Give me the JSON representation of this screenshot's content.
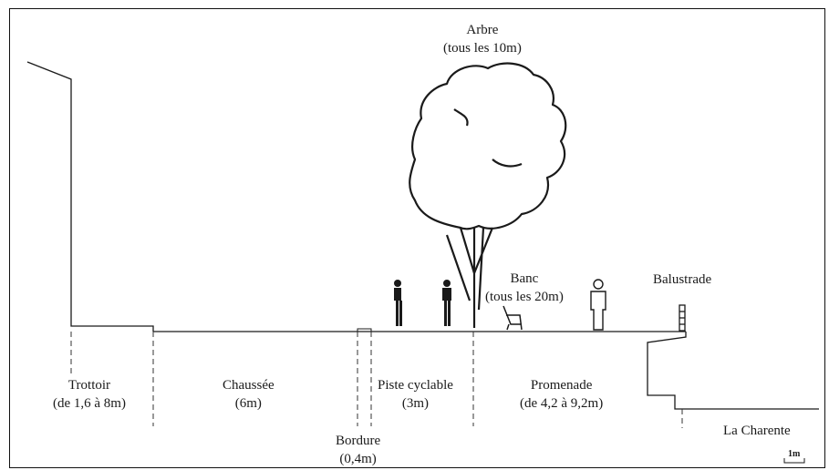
{
  "labels": {
    "arbre": {
      "title": "Arbre",
      "detail": "(tous les 10m)"
    },
    "banc": {
      "title": "Banc",
      "detail": "(tous les 20m)"
    },
    "balustrade": {
      "title": "Balustrade"
    },
    "trottoir": {
      "title": "Trottoir",
      "detail": "(de 1,6 à 8m)"
    },
    "chaussee": {
      "title": "Chaussée",
      "detail": "(6m)"
    },
    "bordure": {
      "title": "Bordure",
      "detail": "(0,4m)"
    },
    "piste": {
      "title": "Piste cyclable",
      "detail": "(3m)"
    },
    "promenade": {
      "title": "Promenade",
      "detail": "(de 4,2 à 9,2m)"
    },
    "riviere": {
      "title": "La Charente"
    }
  },
  "scale_bar": {
    "label": "1m"
  },
  "colors": {
    "line": "#1a1a1a",
    "dashed": "#333333"
  }
}
